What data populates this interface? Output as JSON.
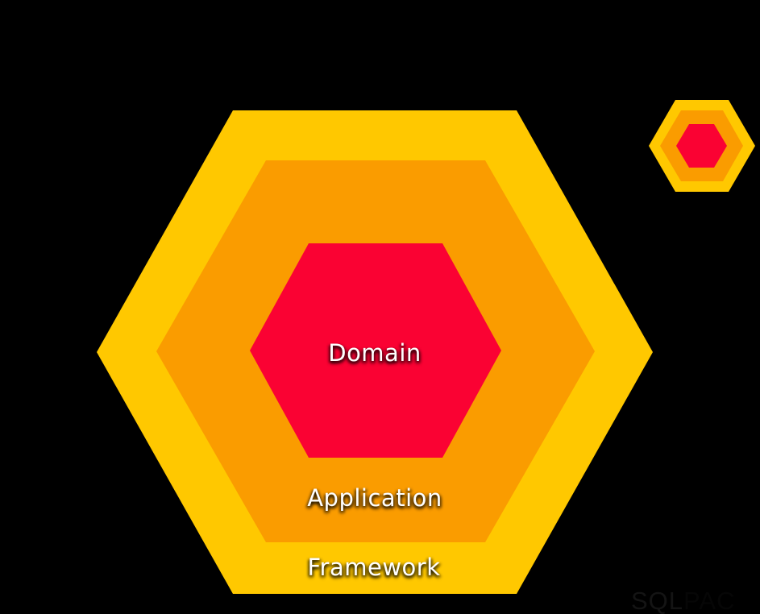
{
  "diagram": {
    "type": "nested-hexagons",
    "background_color": "#000000",
    "label_text_color": "#FFFFFF",
    "layers": [
      {
        "id": "framework",
        "label": "Framework",
        "color": "#FFC800"
      },
      {
        "id": "application",
        "label": "Application",
        "color": "#FA9C00"
      },
      {
        "id": "domain",
        "label": "Domain",
        "color": "#FA0233"
      }
    ]
  },
  "mini_diagram": {
    "description": "small copy of nested hexagons, top right, no labels"
  },
  "watermark": {
    "visible_part": "SQL",
    "faint_part": "PAC",
    "color": "#141414"
  }
}
